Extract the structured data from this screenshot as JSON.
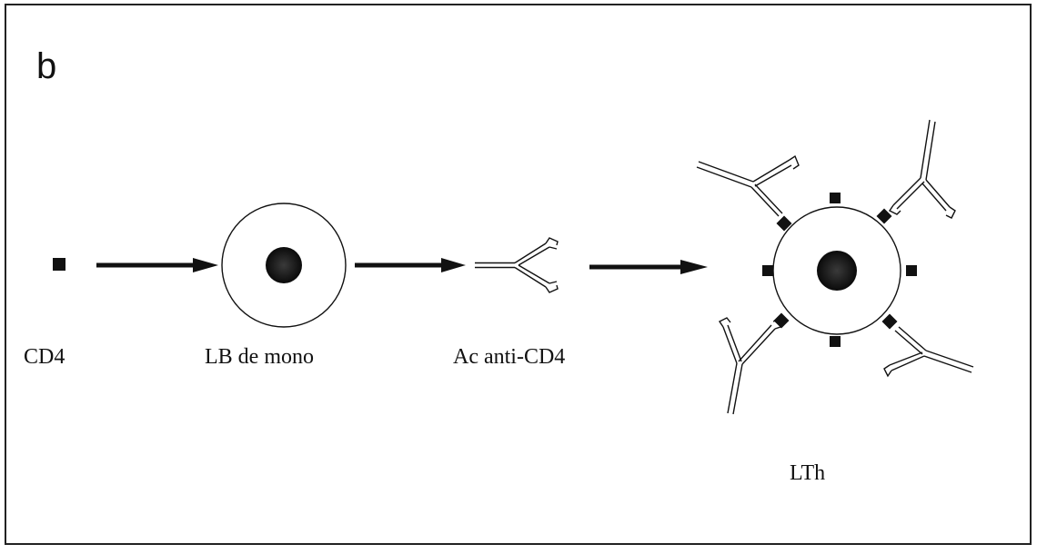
{
  "figure": {
    "panel_letter": "b",
    "labels": {
      "cd4": "CD4",
      "b_cell": "LB de mono",
      "antibody": "Ac anti-CD4",
      "t_cell": "LTh"
    }
  },
  "colors": {
    "ink": "#111111",
    "nucleus": "#1a1a1a",
    "border": "#222222",
    "background": "#ffffff"
  }
}
